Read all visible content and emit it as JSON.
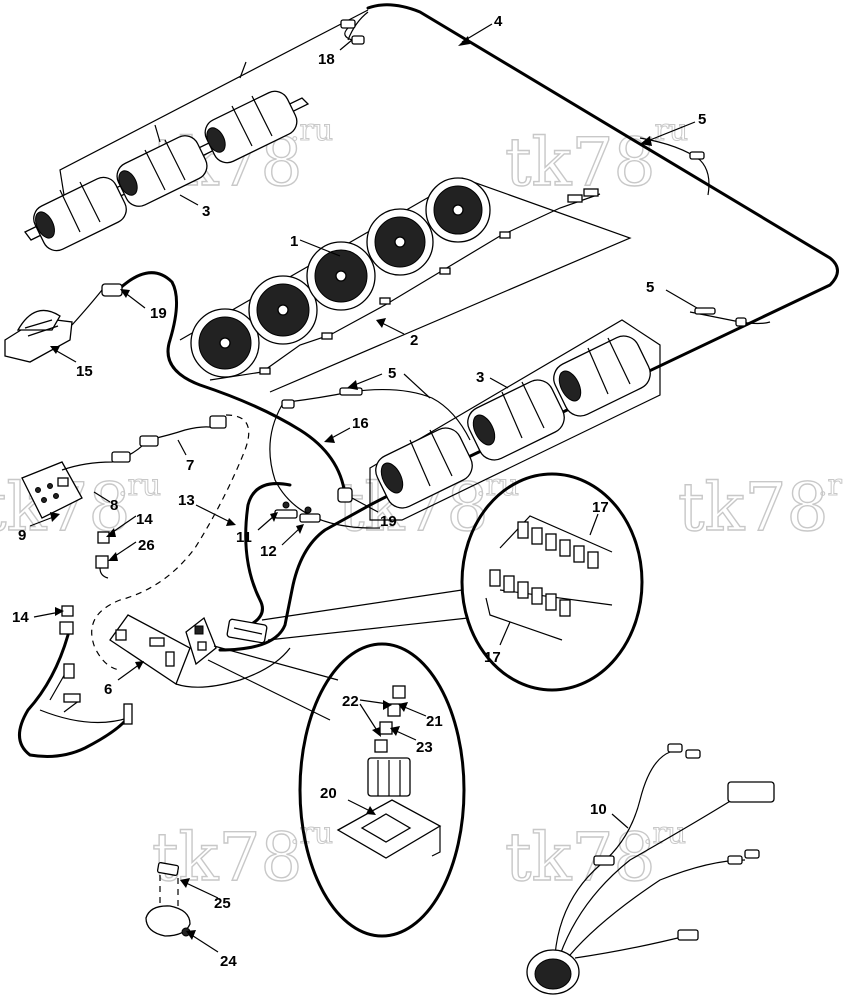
{
  "watermark": {
    "main": "tk78",
    "suffix": ".ru",
    "suffix_cut": ".r"
  },
  "callouts": [
    {
      "id": "c1",
      "label": "1"
    },
    {
      "id": "c2",
      "label": "2"
    },
    {
      "id": "c3a",
      "label": "3"
    },
    {
      "id": "c3b",
      "label": "3"
    },
    {
      "id": "c4",
      "label": "4"
    },
    {
      "id": "c5a",
      "label": "5"
    },
    {
      "id": "c5b",
      "label": "5"
    },
    {
      "id": "c5c",
      "label": "5"
    },
    {
      "id": "c6",
      "label": "6"
    },
    {
      "id": "c7",
      "label": "7"
    },
    {
      "id": "c8",
      "label": "8"
    },
    {
      "id": "c9",
      "label": "9"
    },
    {
      "id": "c10",
      "label": "10"
    },
    {
      "id": "c11",
      "label": "11"
    },
    {
      "id": "c12",
      "label": "12"
    },
    {
      "id": "c13",
      "label": "13"
    },
    {
      "id": "c14a",
      "label": "14"
    },
    {
      "id": "c14b",
      "label": "14"
    },
    {
      "id": "c15",
      "label": "15"
    },
    {
      "id": "c16",
      "label": "16"
    },
    {
      "id": "c17a",
      "label": "17"
    },
    {
      "id": "c17b",
      "label": "17"
    },
    {
      "id": "c18",
      "label": "18"
    },
    {
      "id": "c19a",
      "label": "19"
    },
    {
      "id": "c19b",
      "label": "19"
    },
    {
      "id": "c20",
      "label": "20"
    },
    {
      "id": "c21",
      "label": "21"
    },
    {
      "id": "c22",
      "label": "22"
    },
    {
      "id": "c23",
      "label": "23"
    },
    {
      "id": "c24",
      "label": "24"
    },
    {
      "id": "c25",
      "label": "25"
    },
    {
      "id": "c26",
      "label": "26"
    }
  ],
  "icons": {
    "condenser_fan": "fan-icon",
    "evaporator_blower": "blower-icon",
    "relay": "relay-icon",
    "fuse": "fuse-icon",
    "connector": "connector-icon",
    "harness": "wire-harness-icon"
  }
}
